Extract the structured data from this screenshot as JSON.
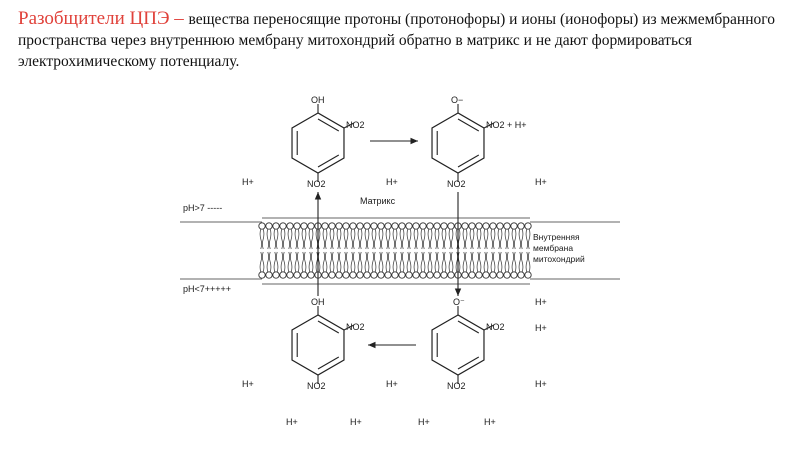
{
  "title": {
    "accent": "Разобщители ЦПЭ – ",
    "body": "вещества переносящие протоны (протонофоры) и ионы (ионофоры) из межмембранного пространства через внутреннюю мембрану митохондрий обратно в матрикс и не дают формироваться электрохимическому потенциалу."
  },
  "colors": {
    "accent": "#e0413a",
    "text": "#111111"
  },
  "diagram": {
    "molecules": {
      "top_left": {
        "top": "OH",
        "side": "NO2",
        "bottom": "NO2"
      },
      "top_right": {
        "top": "O−",
        "side": "NO2 + H+",
        "bottom": "NO2"
      },
      "bottom_left": {
        "top": "OH",
        "side": "NO2",
        "bottom": "NO2"
      },
      "bottom_right": {
        "top": "O⁻",
        "side": "NO2",
        "bottom": "NO2"
      }
    },
    "ph_top": "pH>7 -----",
    "ph_bottom": "pH<7+++++",
    "matrix_label": "Матрикс",
    "membrane_label": [
      "Внутренняя",
      "мембрана",
      "митохондрий"
    ],
    "proton": "H+"
  }
}
